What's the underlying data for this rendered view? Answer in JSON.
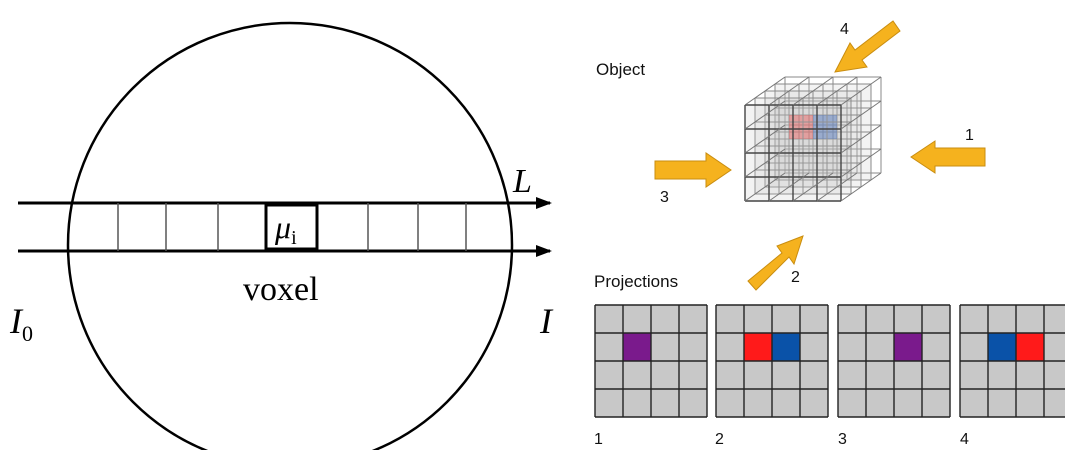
{
  "left_diagram": {
    "label_L": "L",
    "label_I0_main": "I",
    "label_I0_sub": "0",
    "label_I": "I",
    "label_mu": "μ",
    "label_mu_sub": "i",
    "label_voxel": "voxel"
  },
  "right_diagram": {
    "object_label": "Object",
    "projections_label": "Projections",
    "arrow_labels": [
      "1",
      "2",
      "3",
      "4"
    ],
    "projection_labels": [
      "1",
      "2",
      "3",
      "4"
    ],
    "colors": {
      "red": "#ff1a1a",
      "blue": "#0a52a8",
      "purple": "#7a1a8c",
      "arrow": "#f5b21e",
      "cell_gray": "#c8c8c8"
    },
    "projections": [
      {
        "highlights": [
          {
            "row": 1,
            "col": 1,
            "color": "purple"
          }
        ]
      },
      {
        "highlights": [
          {
            "row": 1,
            "col": 1,
            "color": "red"
          },
          {
            "row": 1,
            "col": 2,
            "color": "blue"
          }
        ]
      },
      {
        "highlights": [
          {
            "row": 1,
            "col": 2,
            "color": "purple"
          }
        ]
      },
      {
        "highlights": [
          {
            "row": 1,
            "col": 1,
            "color": "blue"
          },
          {
            "row": 1,
            "col": 2,
            "color": "red"
          }
        ]
      }
    ]
  }
}
